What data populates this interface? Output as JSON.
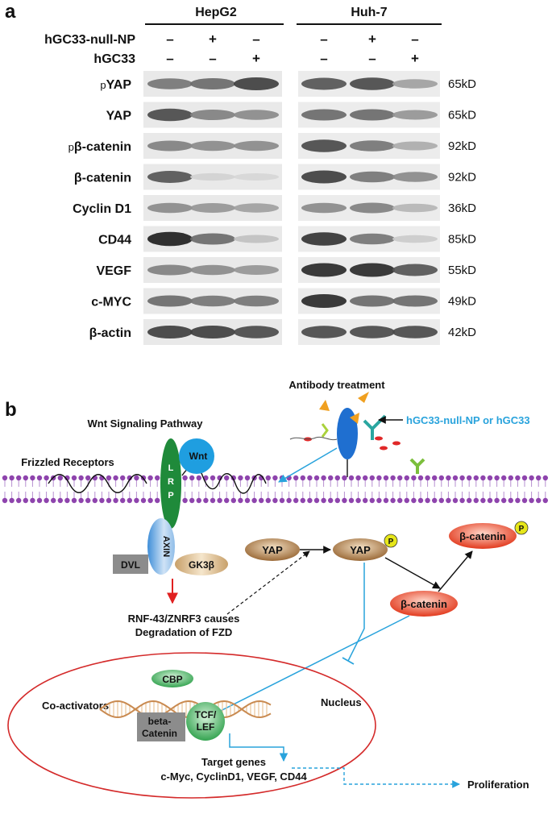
{
  "panel_a": {
    "label": "a",
    "cell_lines": [
      "HepG2",
      "Huh-7"
    ],
    "treatment_rows": [
      {
        "label": "hGC33-null-NP",
        "signs": [
          "–",
          "+",
          "–"
        ]
      },
      {
        "label": "hGC33",
        "signs": [
          "–",
          "–",
          "+"
        ]
      }
    ],
    "blots": [
      {
        "prefix": "p",
        "name": "YAP",
        "kd": "65kD",
        "hepg2": [
          0.55,
          0.6,
          0.8
        ],
        "huh7": [
          0.7,
          0.75,
          0.35
        ]
      },
      {
        "prefix": "",
        "name": "YAP",
        "kd": "65kD",
        "hepg2": [
          0.75,
          0.5,
          0.45
        ],
        "huh7": [
          0.6,
          0.6,
          0.4
        ]
      },
      {
        "prefix": "p",
        "name": "β-catenin",
        "kd": "92kD",
        "hepg2": [
          0.5,
          0.45,
          0.45
        ],
        "huh7": [
          0.75,
          0.55,
          0.3
        ]
      },
      {
        "prefix": "",
        "name": "β-catenin",
        "kd": "92kD",
        "hepg2": [
          0.7,
          0.12,
          0.1
        ],
        "huh7": [
          0.8,
          0.55,
          0.45
        ]
      },
      {
        "prefix": "",
        "name": "Cyclin D1",
        "kd": "36kD",
        "hepg2": [
          0.45,
          0.4,
          0.35
        ],
        "huh7": [
          0.45,
          0.5,
          0.25
        ]
      },
      {
        "prefix": "",
        "name": "CD44",
        "kd": "85kD",
        "hepg2": [
          0.95,
          0.6,
          0.2
        ],
        "huh7": [
          0.85,
          0.55,
          0.15
        ]
      },
      {
        "prefix": "",
        "name": "VEGF",
        "kd": "55kD",
        "hepg2": [
          0.5,
          0.45,
          0.4
        ],
        "huh7": [
          0.9,
          0.9,
          0.7
        ]
      },
      {
        "prefix": "",
        "name": "c-MYC",
        "kd": "49kD",
        "hepg2": [
          0.6,
          0.55,
          0.55
        ],
        "huh7": [
          0.9,
          0.6,
          0.6
        ]
      },
      {
        "prefix": "",
        "name": "β-actin",
        "kd": "42kD",
        "hepg2": [
          0.8,
          0.8,
          0.75
        ],
        "huh7": [
          0.75,
          0.75,
          0.75
        ]
      }
    ]
  },
  "panel_b": {
    "label": "b",
    "antibody_treatment": "Antibody treatment",
    "antibody_agents": "hGC33-null-NP or hGC33",
    "wnt_pathway": "Wnt Signaling Pathway",
    "frizzled": "Frizzled Receptors",
    "wnt": "Wnt",
    "lrp": [
      "L",
      "R",
      "P"
    ],
    "axin": "AXIN",
    "dvl": "DVL",
    "gk3b": "GK3β",
    "rnf_line1": "RNF-43/ZNRF3 causes",
    "rnf_line2": "Degradation of FZD",
    "yap": "YAP",
    "yap_p": "YAP",
    "p_badge": "P",
    "beta_catenin": "β-catenin",
    "beta_catenin_p": "β-catenin",
    "nucleus": "Nucleus",
    "cbp": "CBP",
    "coactivators": "Co-activators",
    "beta_cat_line1": "beta-",
    "beta_cat_line2": "Catenin",
    "tcf_line1": "TCF/",
    "tcf_line2": "LEF",
    "target_genes": "Target genes",
    "gene_list": "c-Myc, CyclinD1, VEGF, CD44",
    "proliferation": "Proliferation",
    "colors": {
      "blue_arrow": "#29a3dc",
      "red_arrow": "#e02020",
      "nucleus_border": "#d42a2a",
      "membrane": "#9b59b6",
      "lrp_green": "#1f8a3a",
      "wnt_blue": "#1f9ee0",
      "yap_brown": "#a67845",
      "catenin_red": "#e8452c",
      "p_yellow": "#e6e61a"
    }
  }
}
